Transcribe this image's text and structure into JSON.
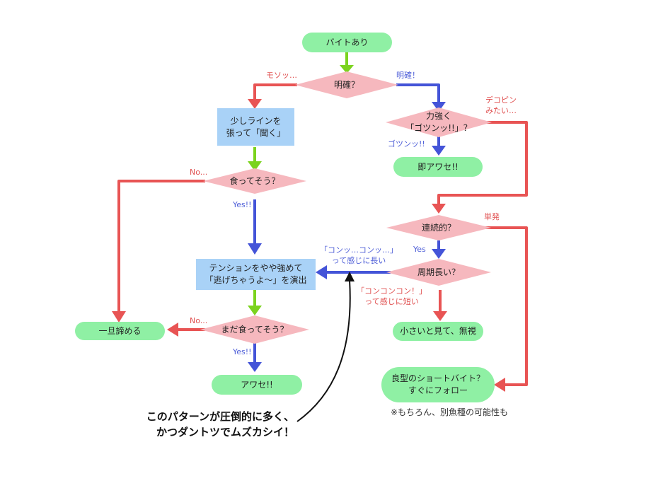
{
  "colors": {
    "terminal_fill": "#8ff0a4",
    "process_fill": "#a9d2f7",
    "decision_fill": "#f6b8be",
    "arrow_green": "#7bd31e",
    "arrow_red": "#e85454",
    "arrow_blue": "#4454d8",
    "label_red": "#e05050",
    "label_blue": "#5060d8"
  },
  "nodes": {
    "start": "バイトあり",
    "q_clear": "明確？",
    "q_strong": "力強く\n「ゴツンッ!!」？",
    "strike_now": "即アワセ!!",
    "listen": "少しラインを\n張って「聞く」",
    "q_eating": "食ってそう？",
    "tension": "テンションをやや強めて\n「逃げちゃうよ〜」を演出",
    "give_up": "一旦諦める",
    "q_still_eating": "まだ食ってそう？",
    "strike": "アワセ!!",
    "q_continuous": "連続的？",
    "q_long_period": "周期長い？",
    "ignore": "小さいと見て、無視",
    "good_short": "良型のショートバイト？\nすぐにフォロー"
  },
  "labels": {
    "vague": "モソッ…",
    "clear": "明確！",
    "gotsun": "ゴツンッ!!",
    "dekopin": "デコピン\nみたい…",
    "no1": "No...",
    "yes1": "Yes!!",
    "no2": "No...",
    "yes2": "Yes!!",
    "single": "単発",
    "yes3": "Yes",
    "kon_long": "「コンッ…コンッ…」\nって感じに長い",
    "kon_short": "「コンコンコン！」\nって感じに短い"
  },
  "note": "※もちろん、別魚種の可能性も",
  "callout": "このパターンが圧倒的に多く、\nかつダントツでムズカシイ！"
}
